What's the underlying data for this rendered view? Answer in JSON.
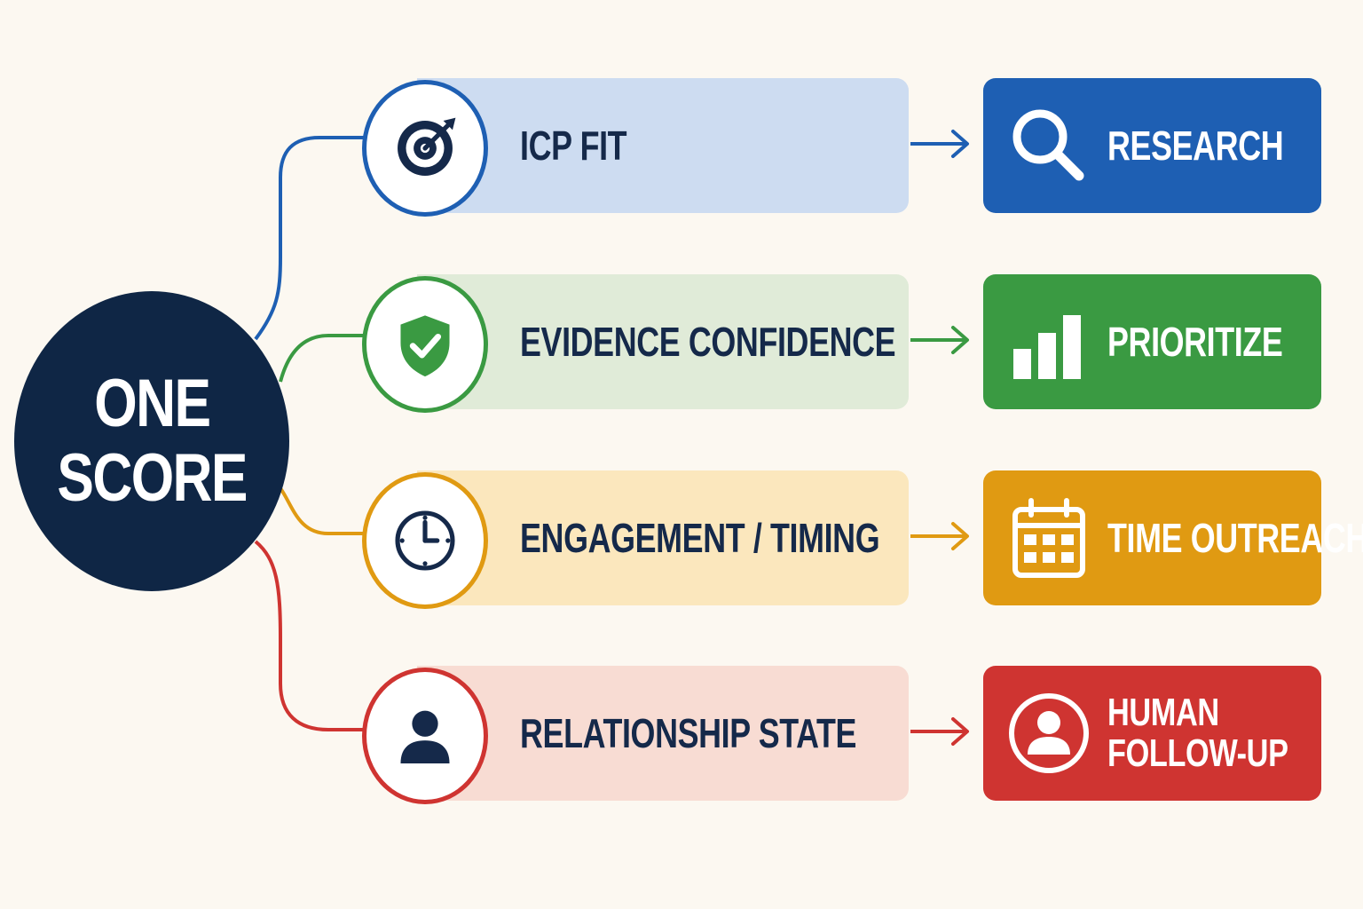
{
  "hub": {
    "line1": "ONE",
    "line2": "SCORE"
  },
  "colors": {
    "background": "#fcf8f1",
    "hub": "#0f2645",
    "text_dark": "#15294a",
    "blue": "#1e5fb3",
    "green": "#3a9a42",
    "orange": "#e09a12",
    "red": "#cf3431"
  },
  "rows": [
    {
      "factor": "ICP FIT",
      "factor_icon": "target-icon",
      "action": "RESEARCH",
      "action_lines": [
        "RESEARCH"
      ],
      "action_icon": "magnifier-icon",
      "accent": "#1e5fb3",
      "card_bg": "#cddcf1"
    },
    {
      "factor": "EVIDENCE CONFIDENCE",
      "factor_icon": "shield-check-icon",
      "action": "PRIORITIZE",
      "action_lines": [
        "PRIORITIZE"
      ],
      "action_icon": "bar-chart-icon",
      "accent": "#3a9a42",
      "card_bg": "#e0ebd8"
    },
    {
      "factor": "ENGAGEMENT / TIMING",
      "factor_icon": "clock-icon",
      "action": "TIME OUTREACH",
      "action_lines": [
        "TIME OUTREACH"
      ],
      "action_icon": "calendar-icon",
      "accent": "#e09a12",
      "card_bg": "#fbe7bd"
    },
    {
      "factor": "RELATIONSHIP STATE",
      "factor_icon": "person-icon",
      "action": "HUMAN FOLLOW-UP",
      "action_lines": [
        "HUMAN",
        "FOLLOW-UP"
      ],
      "action_icon": "person-circle-icon",
      "accent": "#cf3431",
      "card_bg": "#f8dcd3"
    }
  ]
}
